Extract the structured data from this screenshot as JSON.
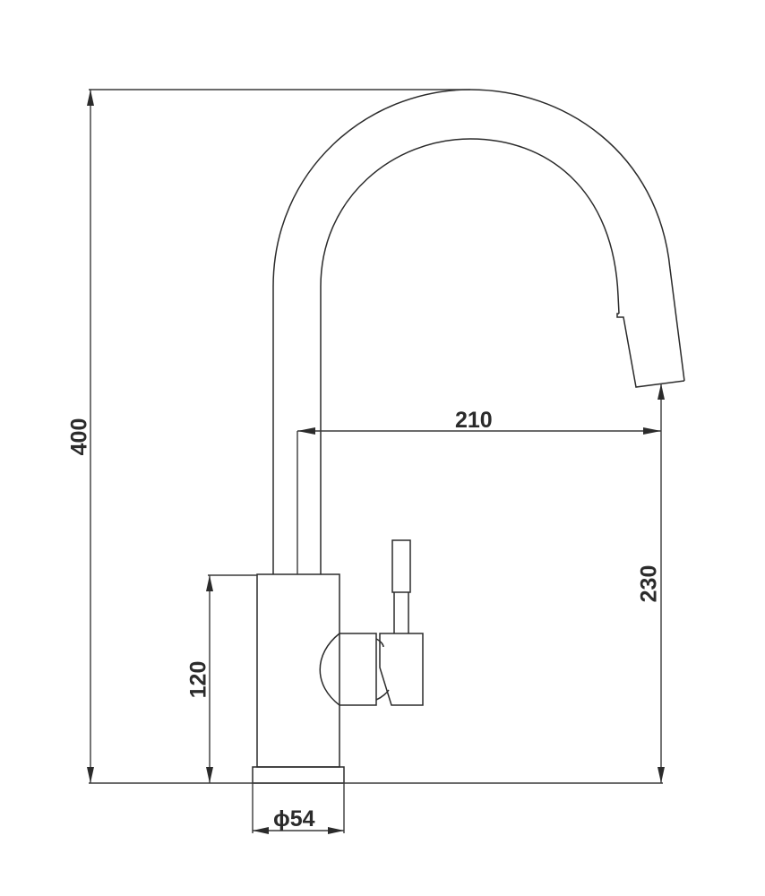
{
  "diagram": {
    "subject": "kitchen faucet with pull-down spout — side elevation",
    "colors": {
      "line": "#2b2b2b",
      "background": "#ffffff"
    },
    "dimensions": {
      "total_height": {
        "value": "400",
        "orientation": "vertical"
      },
      "spout_reach": {
        "value": "210",
        "orientation": "horizontal"
      },
      "spout_clearance": {
        "value": "230",
        "orientation": "vertical"
      },
      "body_height": {
        "value": "120",
        "orientation": "vertical"
      },
      "base_diameter": {
        "symbol": "ϕ",
        "value": "54",
        "orientation": "horizontal"
      }
    },
    "parts": [
      "spout",
      "pull-down sprayhead",
      "body",
      "lever handle",
      "base flange"
    ]
  }
}
